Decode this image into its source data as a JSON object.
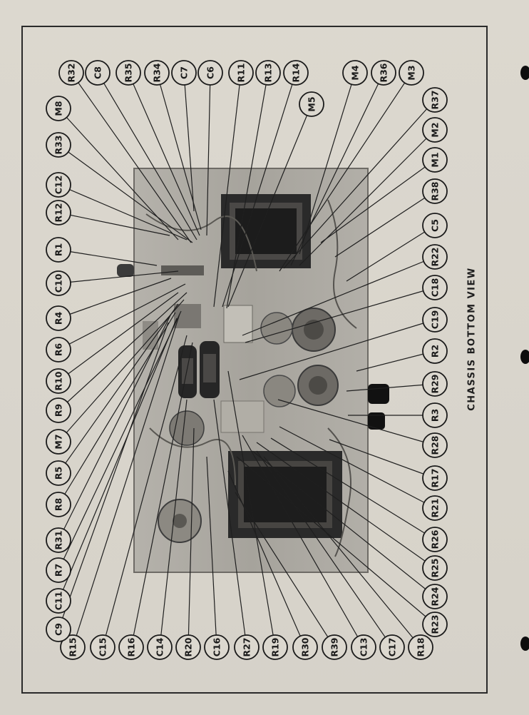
{
  "caption": "CHASSIS BOTTOM VIEW",
  "colors": {
    "paper": "#d9d5cc",
    "ink": "#1a1a1a",
    "photo": "#9e9b94"
  },
  "top_labels": [
    "R32",
    "C8",
    "R35",
    "R34",
    "C7",
    "C6",
    "R11",
    "R13",
    "R14",
    "M4",
    "R36",
    "M3"
  ],
  "inner_top_labels": [
    "M5"
  ],
  "bottom_labels": [
    "R15",
    "C15",
    "R16",
    "C14",
    "R20",
    "C16",
    "R27",
    "R19",
    "R30",
    "R39",
    "C13",
    "C17",
    "R18"
  ],
  "left_labels": [
    "M8",
    "R33",
    "C12",
    "R12",
    "R1",
    "C10",
    "R4",
    "R6",
    "R10",
    "R9",
    "M7",
    "R5",
    "R8",
    "R31",
    "R7",
    "C11",
    "C9"
  ],
  "right_labels": [
    "R37",
    "M2",
    "M1",
    "R38",
    "C5",
    "R22",
    "C18",
    "C19",
    "R2",
    "R29",
    "R3",
    "R28",
    "R17",
    "R21",
    "R26",
    "R25",
    "R24",
    "R23"
  ]
}
